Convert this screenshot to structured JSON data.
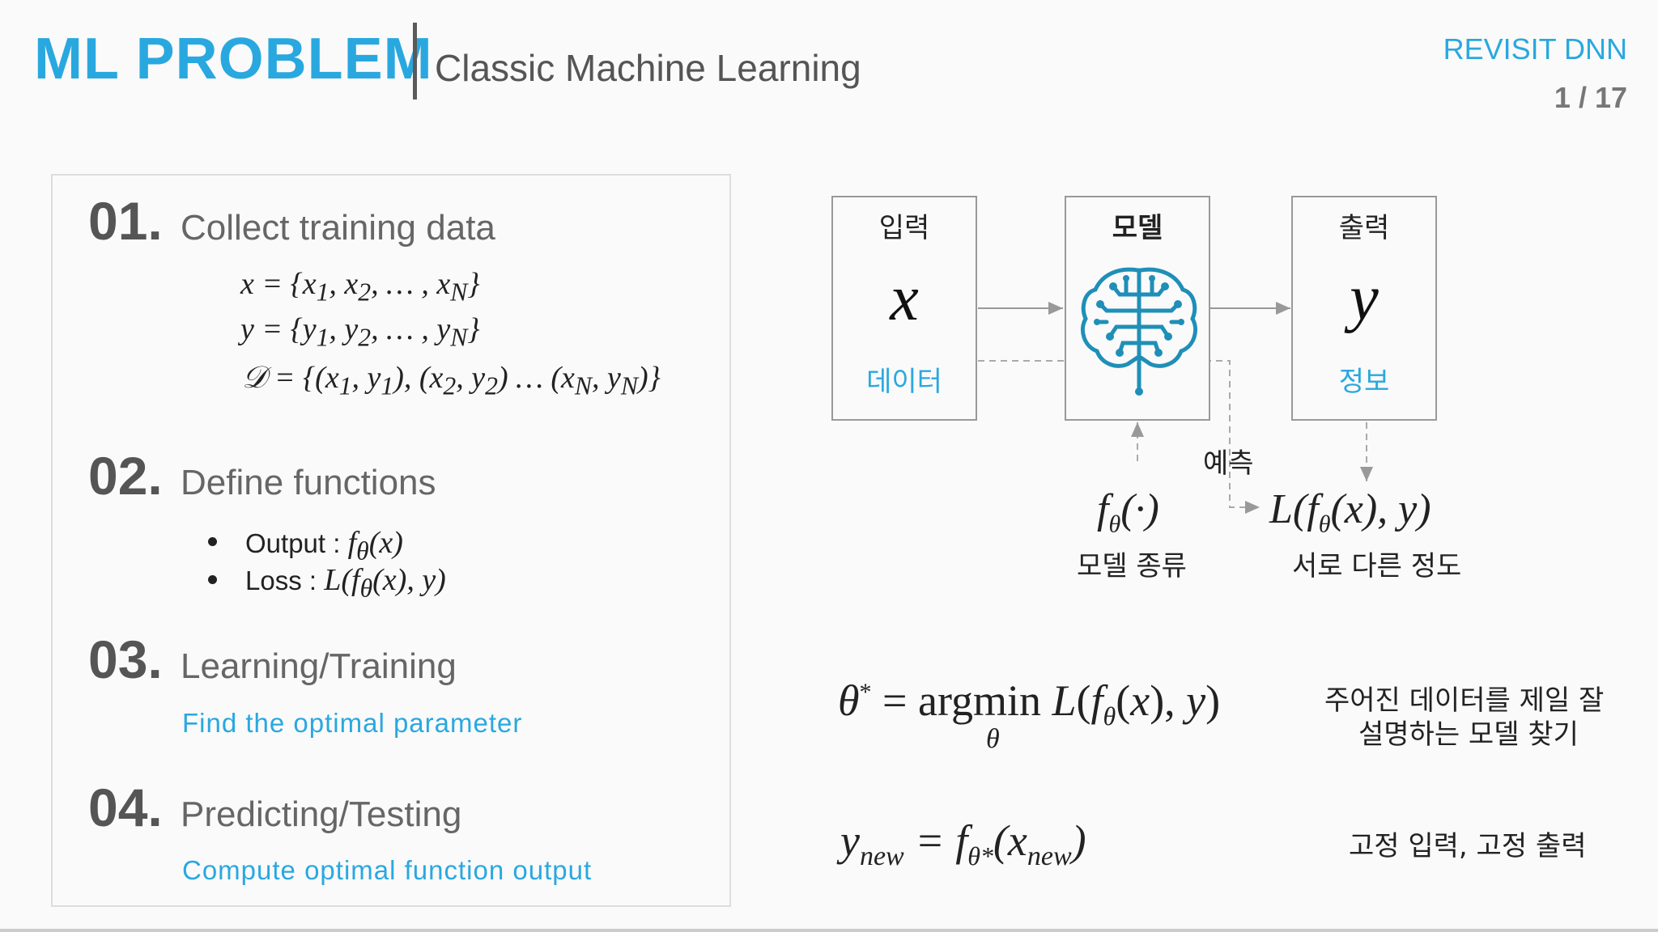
{
  "header": {
    "title": "ML PROBLEM",
    "subtitle": "Classic Machine Learning",
    "section": "REVISIT DNN",
    "page": "1 / 17"
  },
  "steps": [
    {
      "num": "01.",
      "title": "Collect training data",
      "equations": [
        "x = {x₁, x₂, … , x_N}",
        "y = {y₁, y₂, … , y_N}",
        "𝒟 = {(x₁, y₁), (x₂, y₂) … (x_N, y_N)}"
      ]
    },
    {
      "num": "02.",
      "title": "Define functions",
      "bullets": [
        {
          "label": "Output : ",
          "math": "fθ(x)"
        },
        {
          "label": "Loss : ",
          "math": "L(fθ(x), y)"
        }
      ]
    },
    {
      "num": "03.",
      "title": "Learning/Training",
      "subtitle": "Find the optimal parameter"
    },
    {
      "num": "04.",
      "title": "Predicting/Testing",
      "subtitle": "Compute optimal function output"
    }
  ],
  "diagram": {
    "input": {
      "label": "입력",
      "var": "x",
      "sub": "데이터"
    },
    "model": {
      "label": "모델",
      "icon": "brain-circuit-icon"
    },
    "output": {
      "label": "출력",
      "var": "y",
      "sub": "정보"
    },
    "predict_label": "예측",
    "model_func": "fθ(·)",
    "model_kind": "모델 종류",
    "loss_func": "L(fθ(x), y)",
    "loss_desc": "서로 다른 정도"
  },
  "formulas": {
    "argmin": "θ* = argmin L(fθ(x), y)",
    "argmin_under": "θ",
    "argmin_note_1": "주어진 데이터를 제일 잘",
    "argmin_note_2": "설명하는 모델 찾기",
    "predict": "y_new = fθ*(x_new)",
    "predict_note": "고정 입력, 고정 출력"
  },
  "colors": {
    "accent_blue": "#29a8e0",
    "accent_green": "#84c440"
  }
}
